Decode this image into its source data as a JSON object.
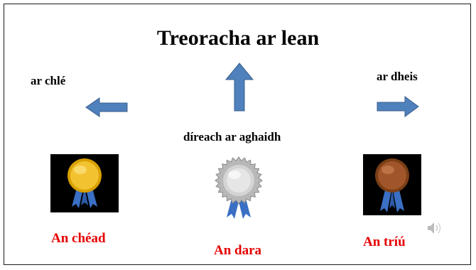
{
  "slide": {
    "title": "Treoracha ar lean",
    "directions": {
      "left": "ar chlé",
      "straight": "díreach ar aghaidh",
      "right": "ar dheis"
    },
    "places": {
      "first": "An chéad",
      "second": "An dara",
      "third": "An tríú"
    }
  },
  "icons": {
    "left_arrow": "arrow-left-icon",
    "up_arrow": "arrow-up-icon",
    "right_arrow": "arrow-right-icon",
    "gold_medal": "gold-medal-icon",
    "silver_medal": "silver-rosette-icon",
    "bronze_medal": "bronze-medal-icon",
    "sound": "speaker-icon"
  },
  "colors": {
    "arrow_fill": "#4f81bd",
    "arrow_stroke": "#385d8a",
    "place_text": "#e60000",
    "gold": "#e0a800",
    "silver": "#c8c8c8",
    "bronze": "#a0522d",
    "ribbon": "#3a6fc4"
  }
}
